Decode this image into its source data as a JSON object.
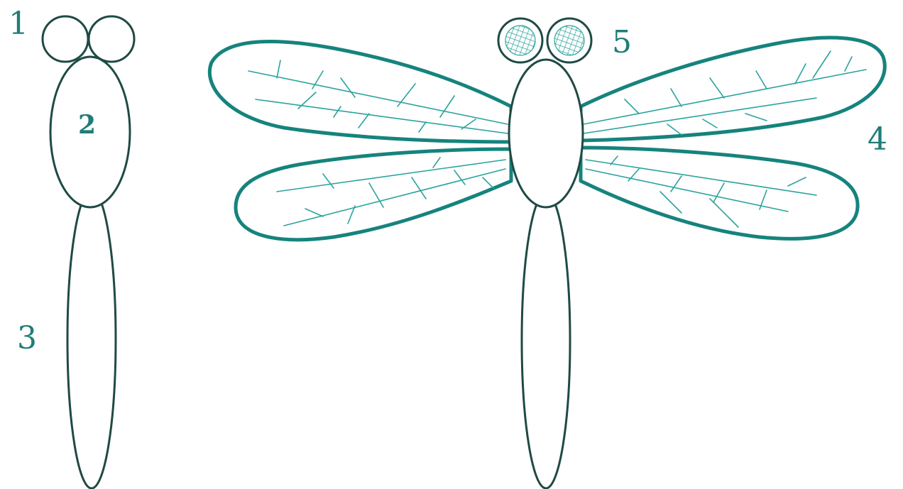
{
  "labels": {
    "head": "1",
    "thorax": "2",
    "abdomen": "3",
    "wings": "4",
    "eyes": "5"
  },
  "colors": {
    "body_outline": "#1f4a44",
    "wing_outline": "#16837d",
    "vein": "#2aa39c",
    "label": "#1f7d77"
  }
}
